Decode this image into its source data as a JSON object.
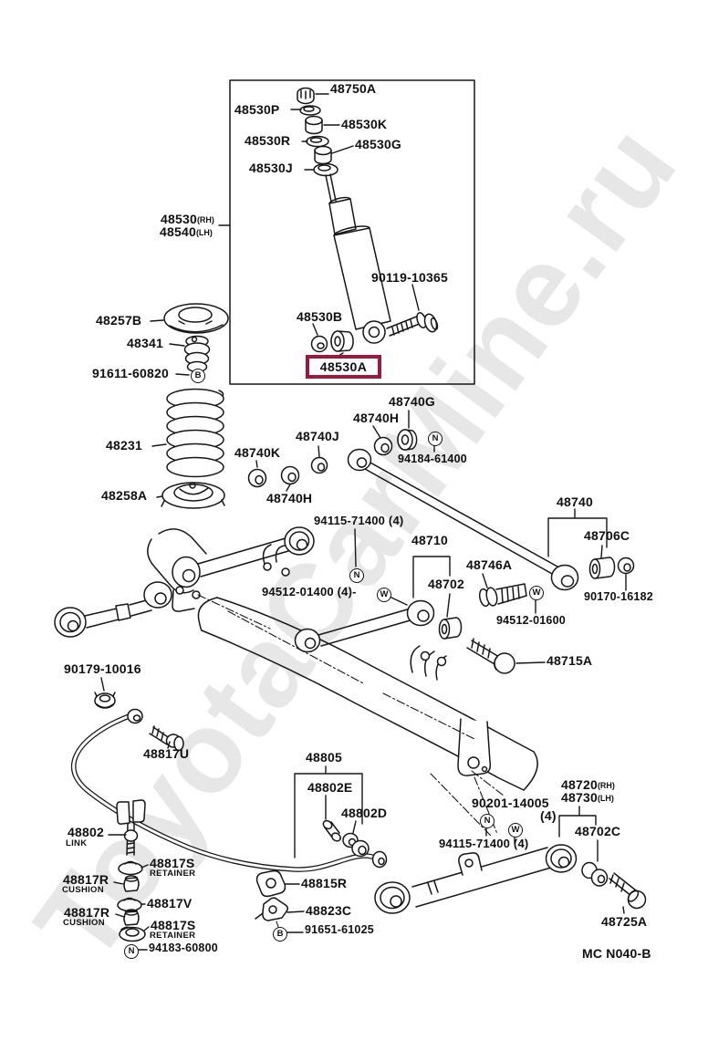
{
  "watermark": "ToyotaCarMine.ru",
  "sheet_code": "MC N040-B",
  "highlight": {
    "part": "48530A",
    "color": "#a0173c"
  },
  "symbols": {
    "n": "N",
    "w": "W",
    "b": "B"
  },
  "parts": {
    "48750A": "48750A",
    "48530P": "48530P",
    "48530K": "48530K",
    "48530R": "48530R",
    "48530G": "48530G",
    "48530J": "48530J",
    "48530": "48530",
    "48540": "48540",
    "rh": "(RH)",
    "lh": "(LH)",
    "90119_10365": "90119-10365",
    "48530B": "48530B",
    "48257B": "48257B",
    "48341": "48341",
    "91611_60820": "91611-60820",
    "48231": "48231",
    "48258A": "48258A",
    "48740K": "48740K",
    "48740J": "48740J",
    "48740H": "48740H",
    "48740G": "48740G",
    "94184_61400": "94184-61400",
    "94115_71400": "94115-71400 (4)",
    "48710": "48710",
    "48702": "48702",
    "94512_01400": "94512-01400 (4)-",
    "48746A": "48746A",
    "48740": "48740",
    "48706C": "48706C",
    "90170_16182": "90170-16182",
    "94512_01600": "94512-01600",
    "48715A": "48715A",
    "90179_10016": "90179-10016",
    "48817U": "48817U",
    "48805": "48805",
    "48802E": "48802E",
    "48802D": "48802D",
    "48802": "48802",
    "link": "LINK",
    "48817S": "48817S",
    "retainer": "RETAINER",
    "48817R": "48817R",
    "cushion": "CUSHION",
    "48817V": "48817V",
    "94183_60800": "94183-60800",
    "48815R": "48815R",
    "48823C": "48823C",
    "91651_61025": "91651-61025",
    "90201_14005": "90201-14005",
    "qty4": "(4)",
    "48720": "48720",
    "48730": "48730",
    "48702C": "48702C",
    "48725A": "48725A"
  }
}
